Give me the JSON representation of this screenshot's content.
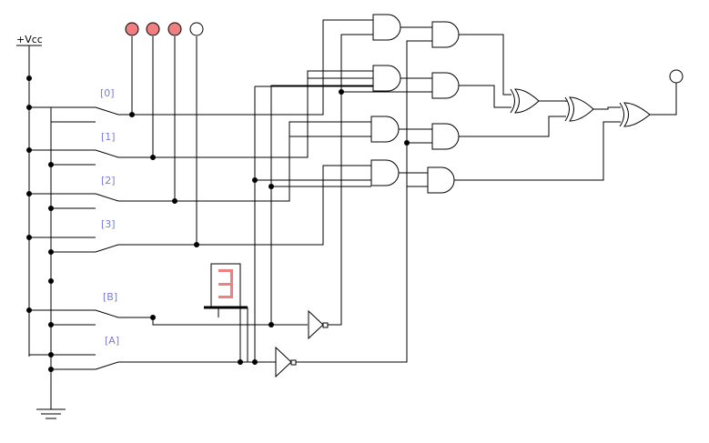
{
  "power": {
    "vcc_label": "+Vcc"
  },
  "switches": [
    {
      "id": "s0",
      "label": "[0]"
    },
    {
      "id": "s1",
      "label": "[1]"
    },
    {
      "id": "s2",
      "label": "[2]"
    },
    {
      "id": "s3",
      "label": "[3]"
    },
    {
      "id": "sB",
      "label": "[B]"
    },
    {
      "id": "sA",
      "label": "[A]"
    }
  ],
  "input_leds": [
    {
      "name": "led-0",
      "state": "on"
    },
    {
      "name": "led-1",
      "state": "on"
    },
    {
      "name": "led-2",
      "state": "on"
    },
    {
      "name": "led-3",
      "state": "off"
    }
  ],
  "output_led": {
    "state": "off"
  },
  "display": {
    "digit": "3"
  },
  "colors": {
    "led_on": "#f08080",
    "led_off": "#ffffff",
    "label": "#7b7bd6",
    "segment": "#f08080"
  }
}
